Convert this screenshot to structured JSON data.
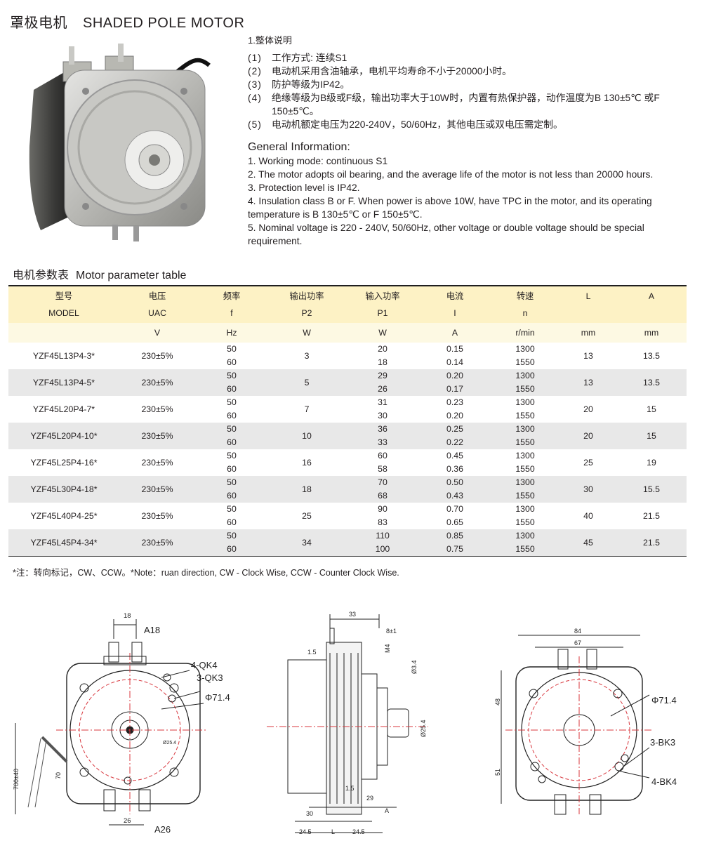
{
  "header": {
    "title_cn": "罩极电机",
    "title_en": "SHADED POLE MOTOR"
  },
  "overview": {
    "heading_cn": "1.整体说明",
    "items_cn": [
      {
        "num": "(1)",
        "text": "工作方式: 连续S1"
      },
      {
        "num": "(2)",
        "text": "电动机采用含油轴承，电机平均寿命不小于20000小时。"
      },
      {
        "num": "(3)",
        "text": "防护等级为IP42。"
      },
      {
        "num": "(4)",
        "text": "绝缘等级为B级或F级，输出功率大于10W时，内置有热保护器，动作温度为B 130±5℃ 或F 150±5℃。"
      },
      {
        "num": "(5)",
        "text": "电动机额定电压为220-240V，50/60Hz，其他电压或双电压需定制。"
      }
    ],
    "heading_en": "General Information:",
    "items_en": [
      "1. Working mode: continuous S1",
      "2. The motor adopts oil bearing, and the average life of the motor is not less than 20000 hours.",
      "3. Protection level is IP42.",
      "4. Insulation class B or F. When power is above 10W, have TPC in the motor, and its operating temperature is B 130±5℃ or F 150±5℃.",
      "5. Nominal voltage is 220 - 240V, 50/60Hz, other voltage or  double voltage should be special requirement."
    ]
  },
  "table": {
    "title_cn": "电机参数表",
    "title_en": "Motor parameter table",
    "headers_cn": [
      "型号",
      "电压",
      "频率",
      "输出功率",
      "输入功率",
      "电流",
      "转速",
      "L",
      "A"
    ],
    "headers_en": [
      "MODEL",
      "UAC",
      "f",
      "P2",
      "P1",
      "I",
      "n",
      "",
      ""
    ],
    "units": [
      "",
      "V",
      "Hz",
      "W",
      "W",
      "A",
      "r/min",
      "mm",
      "mm"
    ],
    "rows": [
      {
        "model": "YZF45L13P4-3*",
        "voltage": "230±5%",
        "freq": [
          "50",
          "60"
        ],
        "p2": "3",
        "p1": [
          "20",
          "18"
        ],
        "current": [
          "0.15",
          "0.14"
        ],
        "speed": [
          "1300",
          "1550"
        ],
        "L": "13",
        "A": "13.5"
      },
      {
        "model": "YZF45L13P4-5*",
        "voltage": "230±5%",
        "freq": [
          "50",
          "60"
        ],
        "p2": "5",
        "p1": [
          "29",
          "26"
        ],
        "current": [
          "0.20",
          "0.17"
        ],
        "speed": [
          "1300",
          "1550"
        ],
        "L": "13",
        "A": "13.5"
      },
      {
        "model": "YZF45L20P4-7*",
        "voltage": "230±5%",
        "freq": [
          "50",
          "60"
        ],
        "p2": "7",
        "p1": [
          "31",
          "30"
        ],
        "current": [
          "0.23",
          "0.20"
        ],
        "speed": [
          "1300",
          "1550"
        ],
        "L": "20",
        "A": "15"
      },
      {
        "model": "YZF45L20P4-10*",
        "voltage": "230±5%",
        "freq": [
          "50",
          "60"
        ],
        "p2": "10",
        "p1": [
          "36",
          "33"
        ],
        "current": [
          "0.25",
          "0.22"
        ],
        "speed": [
          "1300",
          "1550"
        ],
        "L": "20",
        "A": "15"
      },
      {
        "model": "YZF45L25P4-16*",
        "voltage": "230±5%",
        "freq": [
          "50",
          "60"
        ],
        "p2": "16",
        "p1": [
          "60",
          "58"
        ],
        "current": [
          "0.45",
          "0.36"
        ],
        "speed": [
          "1300",
          "1550"
        ],
        "L": "25",
        "A": "19"
      },
      {
        "model": "YZF45L30P4-18*",
        "voltage": "230±5%",
        "freq": [
          "50",
          "60"
        ],
        "p2": "18",
        "p1": [
          "70",
          "68"
        ],
        "current": [
          "0.50",
          "0.43"
        ],
        "speed": [
          "1300",
          "1550"
        ],
        "L": "30",
        "A": "15.5"
      },
      {
        "model": "YZF45L40P4-25*",
        "voltage": "230±5%",
        "freq": [
          "50",
          "60"
        ],
        "p2": "25",
        "p1": [
          "90",
          "83"
        ],
        "current": [
          "0.70",
          "0.65"
        ],
        "speed": [
          "1300",
          "1550"
        ],
        "L": "40",
        "A": "21.5"
      },
      {
        "model": "YZF45L45P4-34*",
        "voltage": "230±5%",
        "freq": [
          "50",
          "60"
        ],
        "p2": "34",
        "p1": [
          "110",
          "100"
        ],
        "current": [
          "0.85",
          "0.75"
        ],
        "speed": [
          "1300",
          "1550"
        ],
        "L": "45",
        "A": "21.5"
      }
    ],
    "note": "*注：转向标记，CW、CCW。*Note：ruan direction, CW - Clock Wise, CCW - Counter Clock Wise."
  },
  "drawings": {
    "front": {
      "dim_top": "18",
      "label_top": "A18",
      "dim_bottom": "26",
      "label_bottom": "A26",
      "label_4qk4": "4-QK4",
      "label_3qk3": "3-QK3",
      "label_dia": "Φ71.4",
      "label_hub": "Ø25.4",
      "dim_lead": "700±40",
      "dim_strip": "70"
    },
    "side": {
      "dim_33": "33",
      "dim_8": "8±1",
      "dim_m4": "M4",
      "dim_34": "Ø3.4",
      "dim_15": "1.5",
      "dim_254": "Ø25.4",
      "dim_15b": "1.5",
      "dim_29": "29",
      "dim_30": "30",
      "dim_a": "A",
      "dim_245a": "24.5",
      "dim_l": "L",
      "dim_245b": "24.5"
    },
    "rear": {
      "dim_84": "84",
      "dim_67": "67",
      "dim_48": "48",
      "dim_51": "51",
      "label_dia": "Φ71.4",
      "label_3bk3": "3-BK3",
      "label_4bk4": "4-BK4"
    }
  },
  "colors": {
    "header_bg": "#fdf2c5",
    "unit_bg": "#fdf9e3",
    "alt_row_bg": "#e8e8e8",
    "drawing_red": "#d8373e"
  }
}
